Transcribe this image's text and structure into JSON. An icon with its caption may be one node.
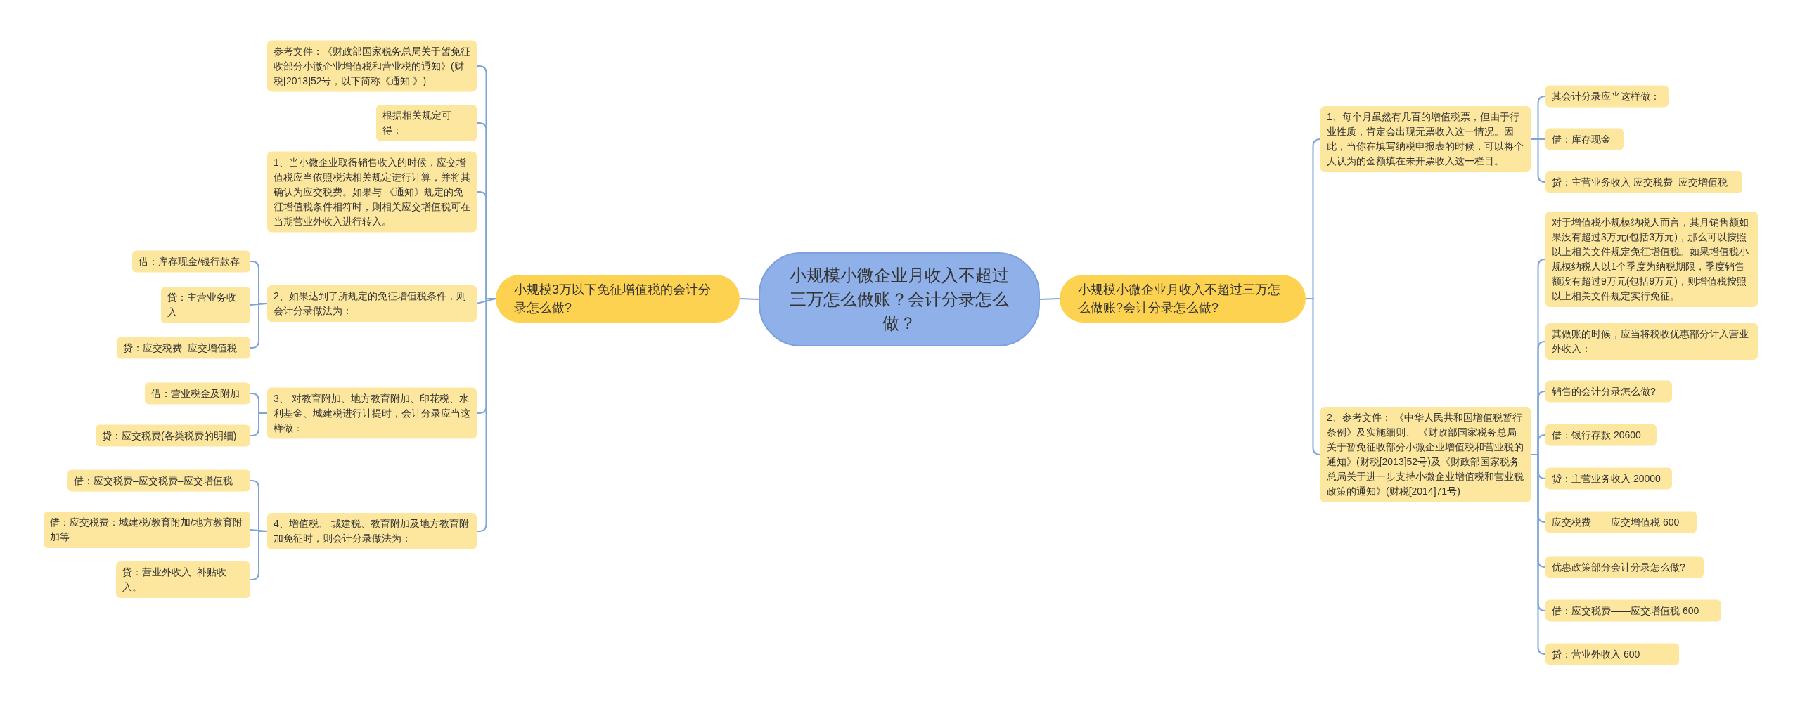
{
  "diagram": {
    "nodes": [
      {
        "text": [
          "小规模小微企业月收入不超过三万怎么做账？会计分录怎么做？"
        ]
      },
      {
        "text": [
          "小规模3万以下免征增值税的会计分录怎么做?"
        ]
      },
      {
        "text": [
          "小规模小微企业月收入不超过三万怎么做账?会计分录怎么做?"
        ]
      },
      {
        "text": [
          "参考文件：《财政部国家税务总局关于暂免征收部分小微企业增值税和营业税的通知》(财税[2013]52号，以下简称《通知 》)"
        ]
      },
      {
        "text": [
          "根据相关规定可得："
        ]
      },
      {
        "text": [
          "1、当小微企业取得销售收入的时候，应交增值税应当依照税法相关规定进行计算，并将其确认为应交税费。如果与 《通知》规定的免征增值税条件相符时，则相关应交增值税可在当期营业外收入进行转入。"
        ]
      },
      {
        "text": [
          "2、如果达到了所规定的免征增值税条件，则会计分录做法为："
        ]
      },
      {
        "text": [
          "3、 对教育附加、地方教育附加、印花税、水利基金、城建税进行计提时，会计分录应当这样做："
        ]
      },
      {
        "text": [
          "4、增值税、 城建税、教育附加及地方教育附加免征时，则会计分录做法为："
        ]
      },
      {
        "text": [
          "借：库存现金/银行款存"
        ]
      },
      {
        "text": [
          "贷：主营业务收入"
        ]
      },
      {
        "text": [
          "贷：应交税费–应交增值税"
        ]
      },
      {
        "text": [
          "借：营业税金及附加"
        ]
      },
      {
        "text": [
          "贷：应交税费(各类税费的明细)"
        ]
      },
      {
        "text": [
          "借：应交税费–应交税费–应交增值税"
        ]
      },
      {
        "text": [
          "借：应交税费：城建税/教育附加/地方教育附加等"
        ]
      },
      {
        "text": [
          "贷：营业外收入–补贴收入。"
        ]
      },
      {
        "text": [
          "1、每个月虽然有几百的增值税票，但由于行业性质，肯定会出现无票收入这一情况。因此，当你在填写纳税申报表的时候，可以将个人认为的金额填在未开票收入这一栏目。"
        ]
      },
      {
        "text": [
          "2、参考文件：  《中华人民共和国增值税暂行条例》及实施细则、 《财政部国家税务总局关于暂免征收部分小微企业增值税和营业税的通知》(财税[2013]52号)及《财政部国家税务总局关于进一步支持小微企业增值税和营业税政策的通知》(财税[2014]71号)"
        ]
      },
      {
        "text": [
          "其会计分录应当这样做："
        ]
      },
      {
        "text": [
          "借：库存现金"
        ]
      },
      {
        "text": [
          "贷：主营业务收入 应交税费–应交增值税"
        ]
      },
      {
        "text": [
          "对于增值税小规模纳税人而言，其月销售额如果没有超过3万元(包括3万元)，那么可以按照以上相关文件规定免征增值税。如果增值税小规模纳税人以1个季度为纳税期限，季度销售额没有超过9万元(包括9万元)，则增值税按照以上相关文件规定实行免征。"
        ]
      },
      {
        "text": [
          "其做账的时候，应当将税收优惠部分计入营业外收入："
        ]
      },
      {
        "text": [
          "销售的会计分录怎么做?"
        ]
      },
      {
        "text": [
          "借：银行存款 20600"
        ]
      },
      {
        "text": [
          "贷：主营业务收入 20000"
        ]
      },
      {
        "text": [
          "应交税费——应交增值税 600"
        ]
      },
      {
        "text": [
          "优惠政策部分会计分录怎么做?"
        ]
      },
      {
        "text": [
          "借：应交税费——应交增值税 600"
        ]
      },
      {
        "text": [
          "贷：营业外收入 600"
        ]
      }
    ],
    "edges": [
      {
        "from": 0,
        "to": 1,
        "arrow": "none"
      },
      {
        "from": 0,
        "to": 2,
        "arrow": "none"
      },
      {
        "from": 1,
        "to": 3,
        "arrow": "none"
      },
      {
        "from": 1,
        "to": 4,
        "arrow": "none"
      },
      {
        "from": 1,
        "to": 5,
        "arrow": "none"
      },
      {
        "from": 1,
        "to": 6,
        "arrow": "none"
      },
      {
        "from": 1,
        "to": 7,
        "arrow": "none"
      },
      {
        "from": 1,
        "to": 8,
        "arrow": "none"
      },
      {
        "from": 6,
        "to": 9,
        "arrow": "none"
      },
      {
        "from": 6,
        "to": 10,
        "arrow": "none"
      },
      {
        "from": 6,
        "to": 11,
        "arrow": "none"
      },
      {
        "from": 7,
        "to": 12,
        "arrow": "none"
      },
      {
        "from": 7,
        "to": 13,
        "arrow": "none"
      },
      {
        "from": 8,
        "to": 14,
        "arrow": "none"
      },
      {
        "from": 8,
        "to": 15,
        "arrow": "none"
      },
      {
        "from": 8,
        "to": 16,
        "arrow": "none"
      },
      {
        "from": 2,
        "to": 17,
        "arrow": "none"
      },
      {
        "from": 2,
        "to": 18,
        "arrow": "none"
      },
      {
        "from": 17,
        "to": 19,
        "arrow": "none"
      },
      {
        "from": 17,
        "to": 20,
        "arrow": "none"
      },
      {
        "from": 17,
        "to": 21,
        "arrow": "none"
      },
      {
        "from": 18,
        "to": 22,
        "arrow": "none"
      },
      {
        "from": 18,
        "to": 23,
        "arrow": "none"
      },
      {
        "from": 18,
        "to": 24,
        "arrow": "none"
      },
      {
        "from": 18,
        "to": 25,
        "arrow": "none"
      },
      {
        "from": 18,
        "to": 26,
        "arrow": "none"
      },
      {
        "from": 18,
        "to": 27,
        "arrow": "none"
      },
      {
        "from": 18,
        "to": 28,
        "arrow": "none"
      },
      {
        "from": 18,
        "to": 29,
        "arrow": "none"
      },
      {
        "from": 18,
        "to": 30,
        "arrow": "none"
      }
    ]
  }
}
